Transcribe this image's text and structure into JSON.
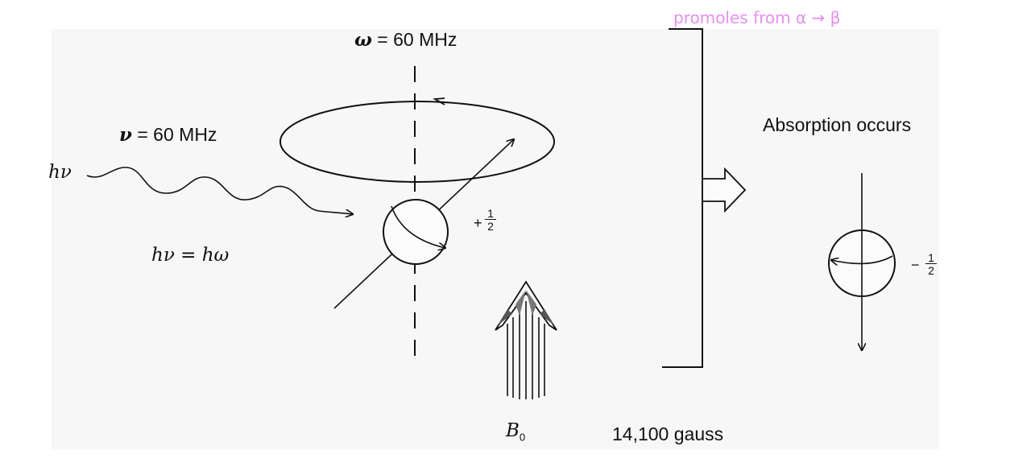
{
  "omega_label": {
    "symbol": "ω",
    "text": "= 60 MHz"
  },
  "nu_label": {
    "symbol": "ν",
    "text": "= 60 MHz"
  },
  "hnu_label": "hν",
  "equation_label": "hν = hω",
  "spin_up": {
    "sign": "+",
    "num": "1",
    "den": "2"
  },
  "spin_down": {
    "sign": "−",
    "num": "1",
    "den": "2"
  },
  "absorption_label": "Absorption occurs",
  "field_label": "B",
  "field_subscript": "0",
  "field_strength": "14,100 gauss",
  "annotation": "promoles from  α → β",
  "colors": {
    "ink": "#111111",
    "annotation": "#e98cf2",
    "panel": "#f7f7f7"
  }
}
